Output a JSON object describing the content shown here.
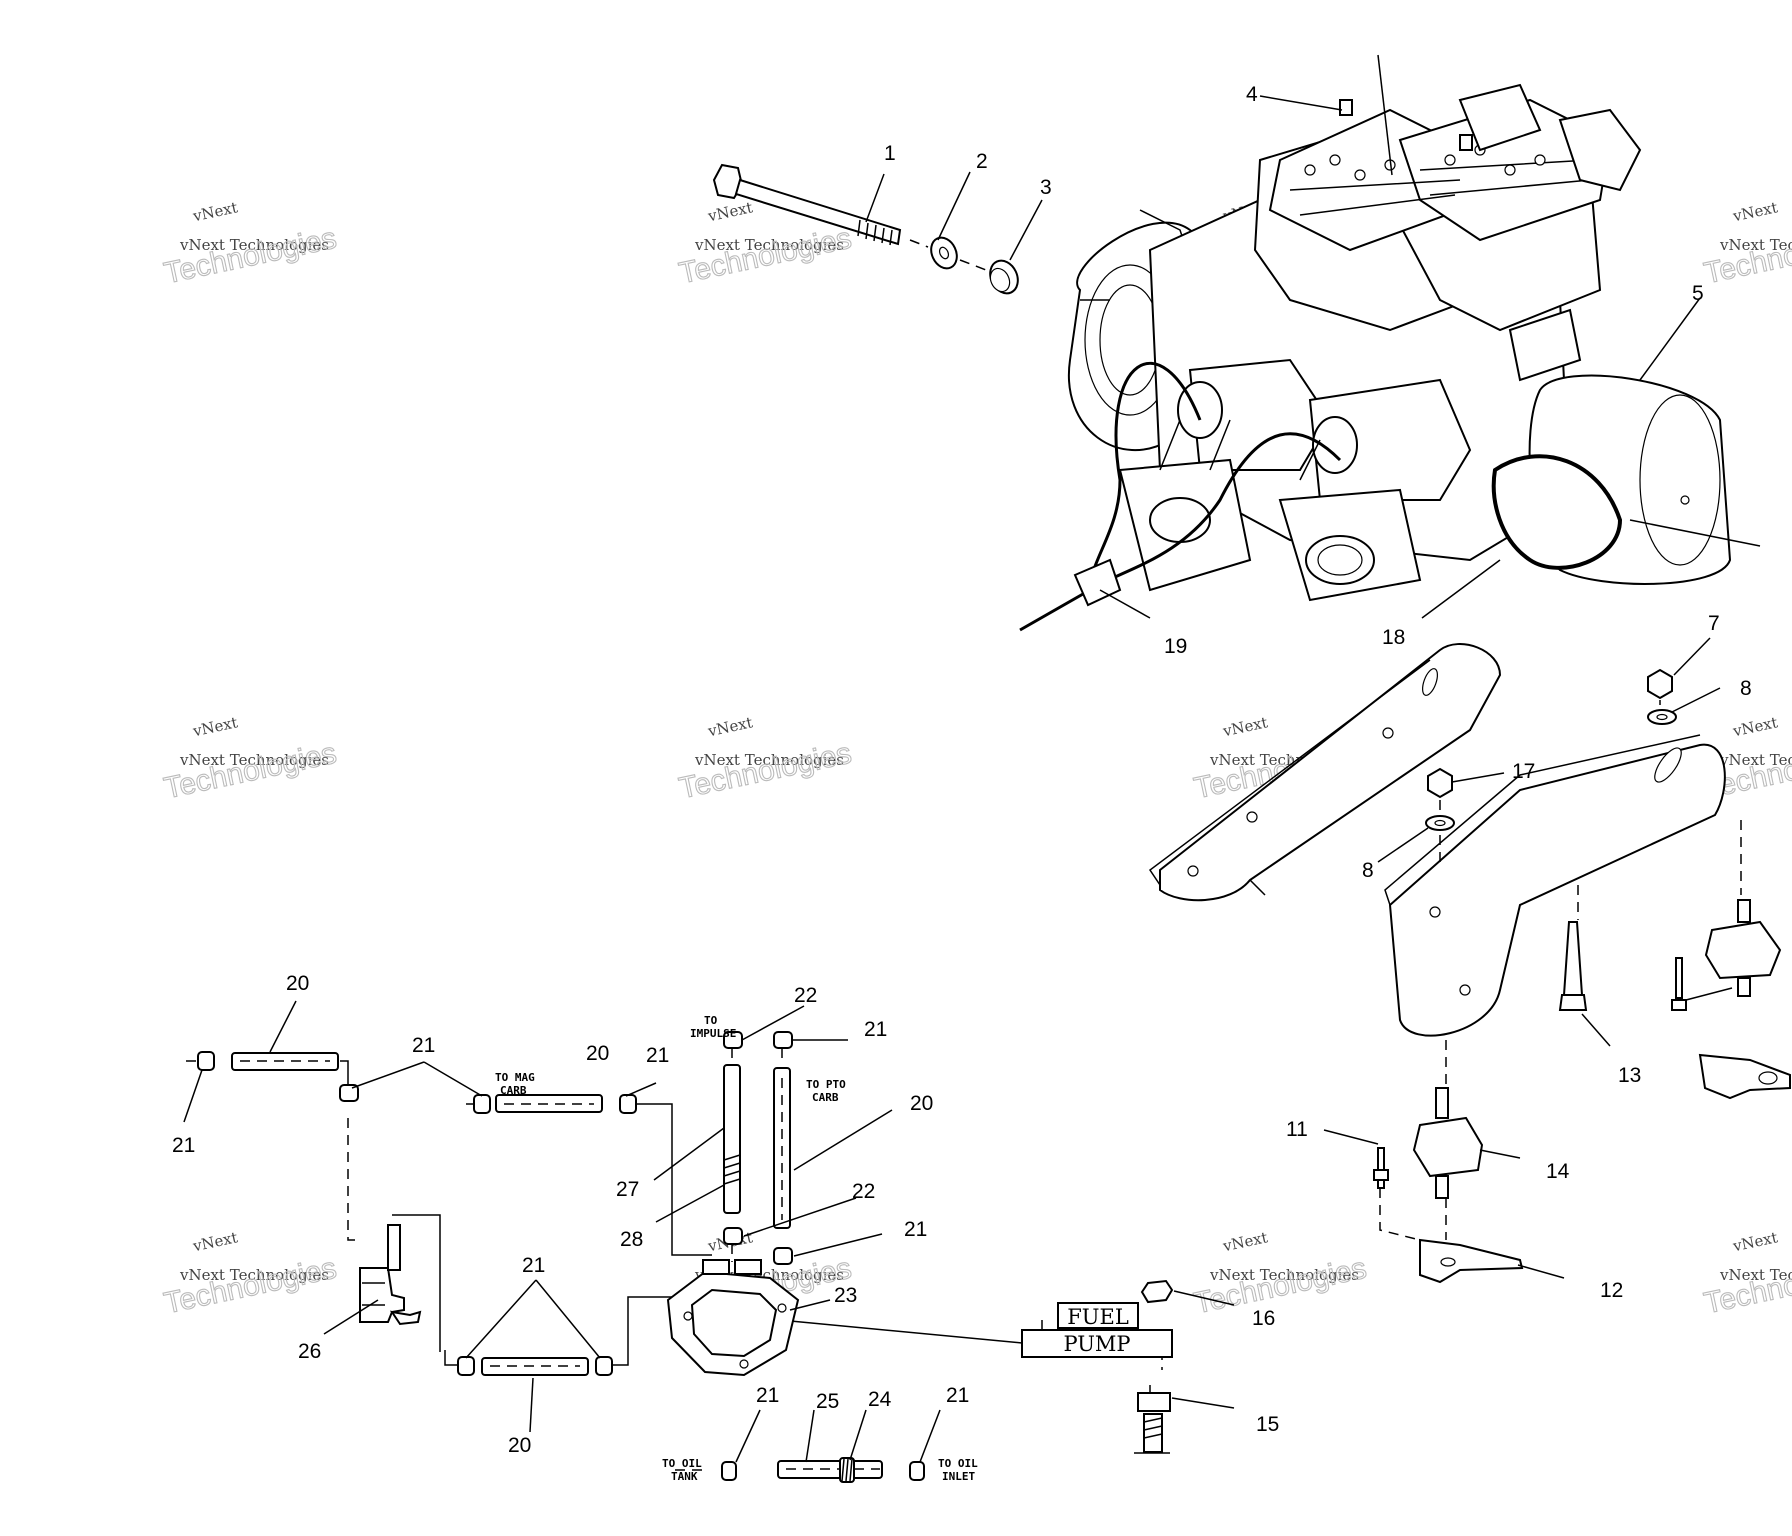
{
  "callouts": [
    {
      "id": "c1",
      "label": "1"
    },
    {
      "id": "c2",
      "label": "2"
    },
    {
      "id": "c3",
      "label": "3"
    },
    {
      "id": "c4",
      "label": "4"
    },
    {
      "id": "c5",
      "label": "5"
    },
    {
      "id": "c7",
      "label": "7"
    },
    {
      "id": "c8a",
      "label": "8"
    },
    {
      "id": "c8b",
      "label": "8"
    },
    {
      "id": "c11",
      "label": "11"
    },
    {
      "id": "c12",
      "label": "12"
    },
    {
      "id": "c13",
      "label": "13"
    },
    {
      "id": "c14",
      "label": "14"
    },
    {
      "id": "c15",
      "label": "15"
    },
    {
      "id": "c16",
      "label": "16"
    },
    {
      "id": "c17",
      "label": "17"
    },
    {
      "id": "c18",
      "label": "18"
    },
    {
      "id": "c19",
      "label": "19"
    },
    {
      "id": "c20a",
      "label": "20"
    },
    {
      "id": "c20b",
      "label": "20"
    },
    {
      "id": "c20c",
      "label": "20"
    },
    {
      "id": "c20d",
      "label": "20"
    },
    {
      "id": "c21a",
      "label": "21"
    },
    {
      "id": "c21b",
      "label": "21"
    },
    {
      "id": "c21c",
      "label": "21"
    },
    {
      "id": "c21d",
      "label": "21"
    },
    {
      "id": "c21e",
      "label": "21"
    },
    {
      "id": "c21f",
      "label": "21"
    },
    {
      "id": "c21g",
      "label": "21"
    },
    {
      "id": "c21h",
      "label": "21"
    },
    {
      "id": "c22a",
      "label": "22"
    },
    {
      "id": "c22b",
      "label": "22"
    },
    {
      "id": "c23",
      "label": "23"
    },
    {
      "id": "c24",
      "label": "24"
    },
    {
      "id": "c25",
      "label": "25"
    },
    {
      "id": "c26",
      "label": "26"
    },
    {
      "id": "c27",
      "label": "27"
    },
    {
      "id": "c28",
      "label": "28"
    }
  ],
  "hose_labels": {
    "to_mag_carb_1": "TO MAG",
    "to_mag_carb_2": "CARB",
    "to_impulse_1": "TO",
    "to_impulse_2": "IMPULSE",
    "to_pto_carb_1": "TO PTO",
    "to_pto_carb_2": "CARB",
    "to_oil_tank_1": "TO OIL",
    "to_oil_tank_2": "TANK",
    "to_oil_inlet_1": "TO OIL",
    "to_oil_inlet_2": "INLET"
  },
  "fuel_pump": {
    "line1": "FUEL",
    "line2": "PUMP"
  },
  "watermark": {
    "line1": "vNext",
    "line2": "vNext Technologies",
    "line3": "Technologies"
  }
}
